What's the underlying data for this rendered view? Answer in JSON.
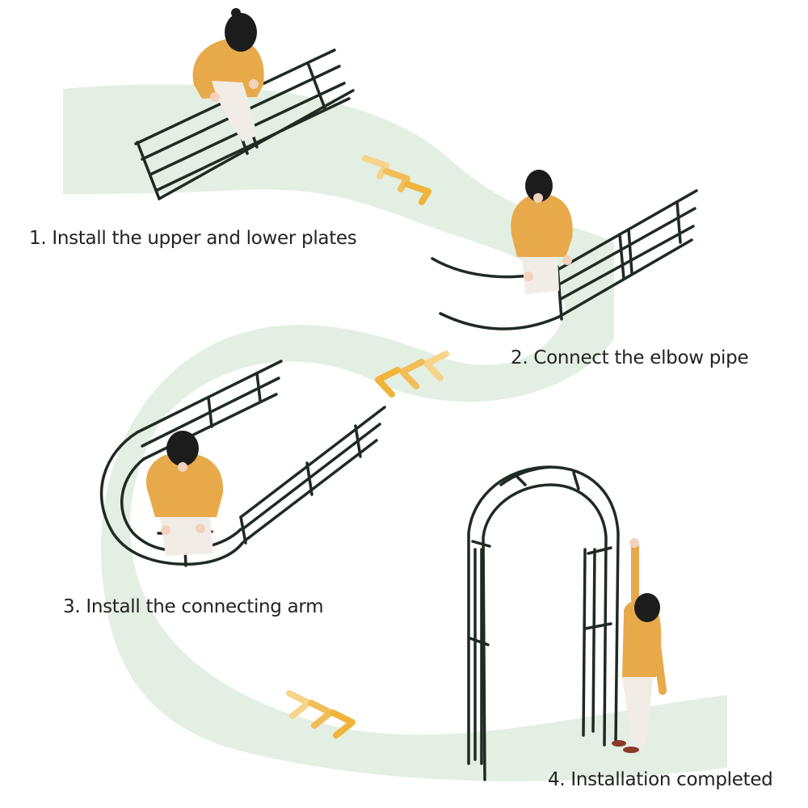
{
  "steps": [
    {
      "number": "1",
      "label": "1. Install the upper and lower plates"
    },
    {
      "number": "2",
      "label": "2. Connect the elbow pipe"
    },
    {
      "number": "3",
      "label": "3. Install the connecting arm"
    },
    {
      "number": "4",
      "label": "4. Installation completed"
    }
  ],
  "colors": {
    "path": "#e3efe2",
    "arrow": "#f0b43a",
    "frame": "#1f2a22",
    "sweater": "#e7a94a",
    "hair": "#1c1c1c",
    "skin": "#f1d2bd",
    "trousers": "#f2ece6"
  },
  "icons": [
    "chevron-right-arrows",
    "chevron-left-arrows",
    "chevron-right-arrows"
  ]
}
